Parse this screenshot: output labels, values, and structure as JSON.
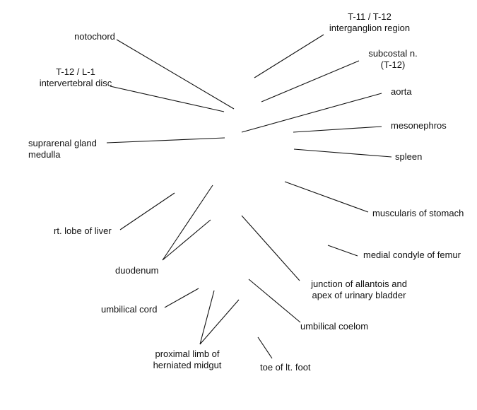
{
  "labels": {
    "notochord": "notochord",
    "t12_l1": "T-12 / L-1\nintervertebral disc",
    "t11_t12": "T-11 / T-12\nintergangl ion region",
    "subcostal": "subcostal n.\n(T-12)",
    "aorta": "aorta",
    "mesonephros": "mesonephros",
    "spleen": "spleen",
    "suprarenal": "suprarenal gland\nmedulla",
    "muscularis": "muscularis of stomach",
    "liver": "rt. lobe of liver",
    "condyle": "medial condyle of femur",
    "duodenum": "duodenum",
    "allantois": "junction of allantois and\napex of urinary bladder",
    "cord": "umbilical cord",
    "coelom": "umbilical coelom",
    "midgut": "proximal limb of\nherniated midgut",
    "toe": "toe of lt. foot"
  }
}
